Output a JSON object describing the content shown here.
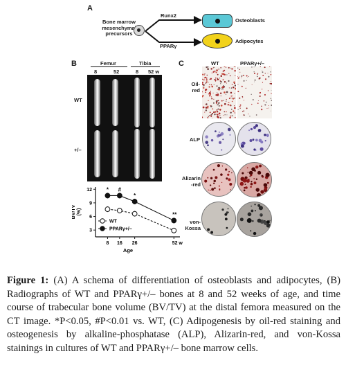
{
  "panel_a": {
    "label": "A",
    "precursor": "Bone marrow\nmesenchymal\nprecursors",
    "factor_top": "Runx2",
    "factor_bottom": "PPARγ",
    "cell_top": "Osteoblasts",
    "cell_bottom": "Adipocytes",
    "cell_top_color": "#5bc8d6",
    "cell_bottom_color": "#f2d21b"
  },
  "panel_b": {
    "label": "B",
    "group_femur": "Femur",
    "group_tibia": "Tibia",
    "ages": [
      "8",
      "52",
      "8",
      "52 w"
    ],
    "row_wt": "WT",
    "row_het": "+/–"
  },
  "panel_c": {
    "label": "C",
    "col_wt": "WT",
    "col_het": "PPARγ+/–",
    "rows": [
      "Oil-\nred",
      "ALP",
      "Alizarin\n-red",
      "von-\nKossa"
    ]
  },
  "chart_data": {
    "type": "line",
    "xlabel": "Age",
    "ylabel": "BV/TV\n(%)",
    "x": [
      8,
      16,
      26,
      52
    ],
    "xtick_labels": [
      "8",
      "16",
      "26",
      "52 w"
    ],
    "yticks": [
      3,
      6,
      9,
      12
    ],
    "ylim": [
      1.5,
      12.5
    ],
    "series": [
      {
        "name": "WT",
        "marker": "open-circle",
        "values": [
          7.6,
          7.3,
          6.6,
          2.9
        ]
      },
      {
        "name": "PPARγ+/–",
        "marker": "filled-circle",
        "values": [
          10.6,
          10.6,
          9.3,
          5.1
        ]
      }
    ],
    "significance": [
      "*",
      "#",
      "*",
      "**"
    ],
    "legend_position": "bottom-left"
  },
  "caption": {
    "figure_label": "Figure 1:",
    "text": "(A) A schema of differentiation of osteoblasts and adipocytes, (B) Radiographs of WT and PPARγ+/– bones at 8 and 52 weeks of age, and time course of trabecular bone volume (BV/TV) at the distal femora measured on the CT image. *P<0.05, #P<0.01 vs. WT, (C) Adipogenesis by oil-red staining and osteogenesis by alkaline-phosphatase (ALP), Alizarin-red, and von-Kossa stainings in cultures of WT and PPARγ+/– bone marrow cells."
  }
}
